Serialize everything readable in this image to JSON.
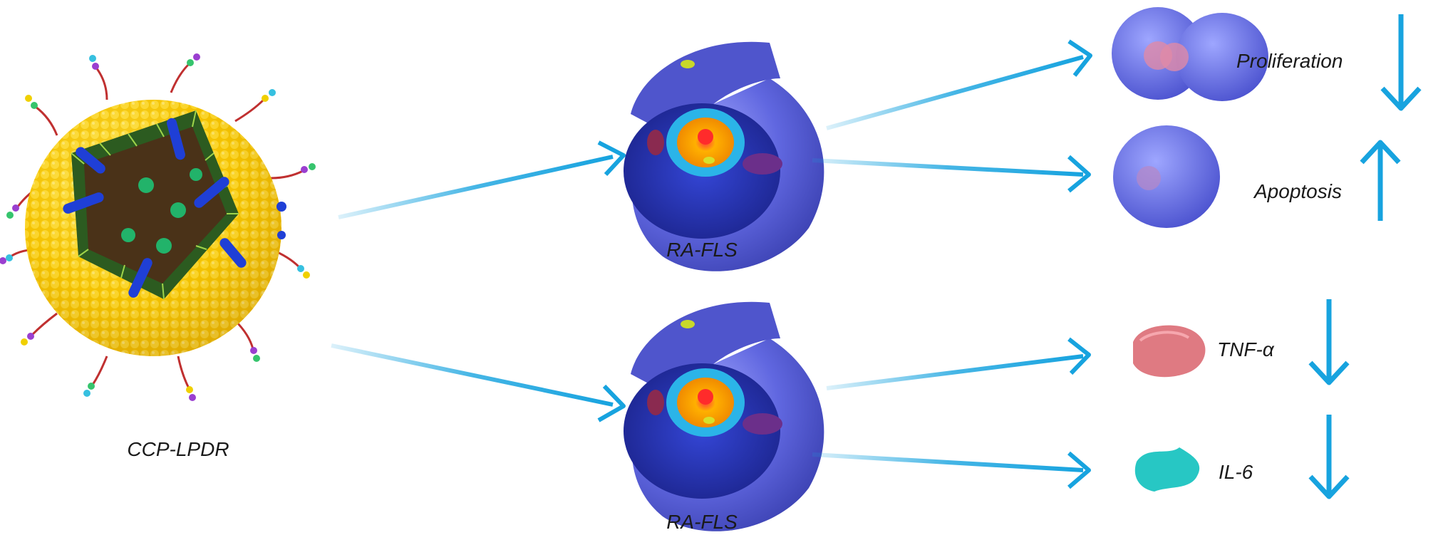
{
  "labels": {
    "nanoparticle": "CCP-LPDR",
    "cell_top": "RA-FLS",
    "cell_bottom": "RA-FLS",
    "proliferation": "Proliferation",
    "apoptosis": "Apoptosis",
    "tnf": "TNF-α",
    "il6": "IL-6"
  },
  "effects": {
    "proliferation": "down",
    "apoptosis": "up",
    "tnf": "down",
    "il6": "down"
  },
  "colors": {
    "arrow": "#17a3df",
    "arrow_fade": "#bfe6f7",
    "shell_yellow": "#f5c400",
    "cell_blue": "#5a5fd6",
    "cell_inner": "#2a35b8",
    "tnf_blob": "#e07a80",
    "il6_blob": "#27c7c4"
  },
  "icons": [
    "nanoparticle-icon",
    "cell-icon",
    "dividing-cell-icon",
    "apoptotic-cell-icon",
    "tnf-protein-icon",
    "il6-protein-icon",
    "down-arrow-icon",
    "up-arrow-icon"
  ]
}
